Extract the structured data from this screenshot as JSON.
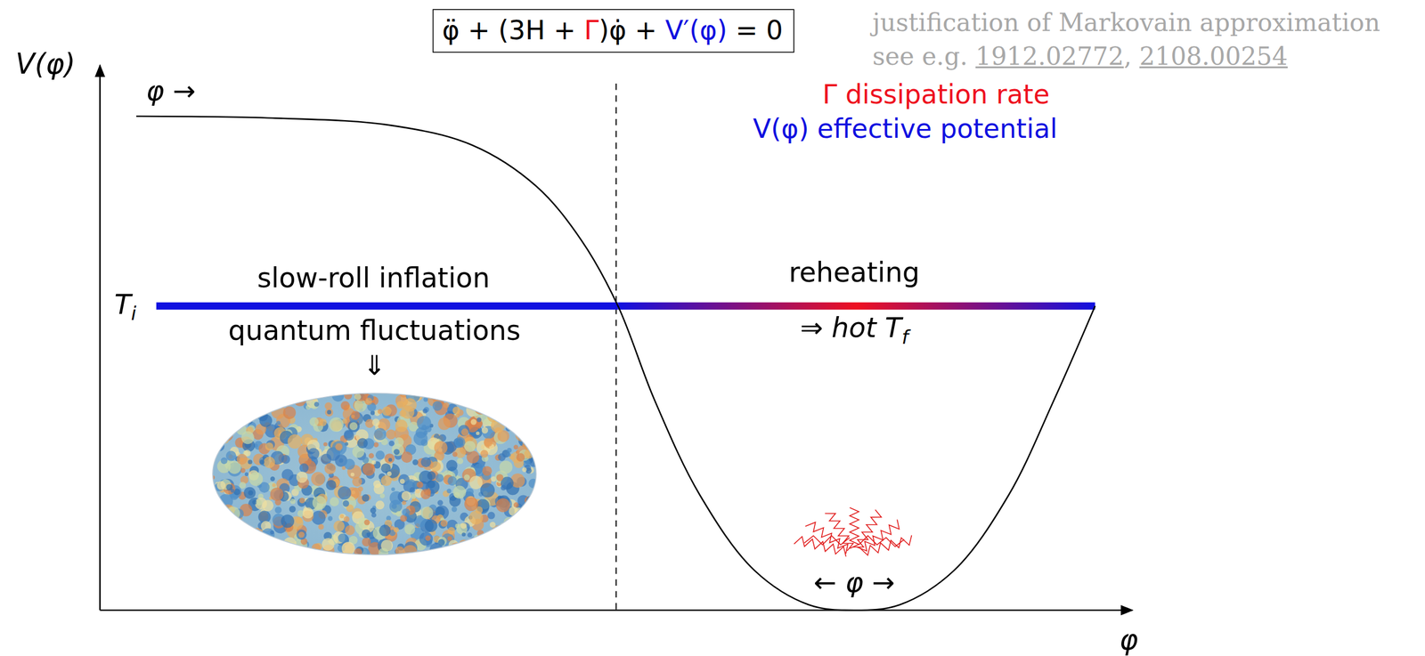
{
  "diagram": {
    "nodes": [
      {
        "text": [
          "φ̈ + (3H + Γ)φ̇ + V′(φ) = 0"
        ]
      }
    ],
    "labels": [
      "V(φ)",
      "φ →",
      "Ti",
      "slow-roll inflation",
      "quantum fluctuations",
      "⇓",
      "reheating",
      "⇒ hot Tf",
      "← φ →",
      "φ",
      "justification of Markovain approximation",
      "see e.g. 1912.02772, 2108.00254",
      "Γ dissipation rate",
      "V(φ) effective potential"
    ]
  }
}
